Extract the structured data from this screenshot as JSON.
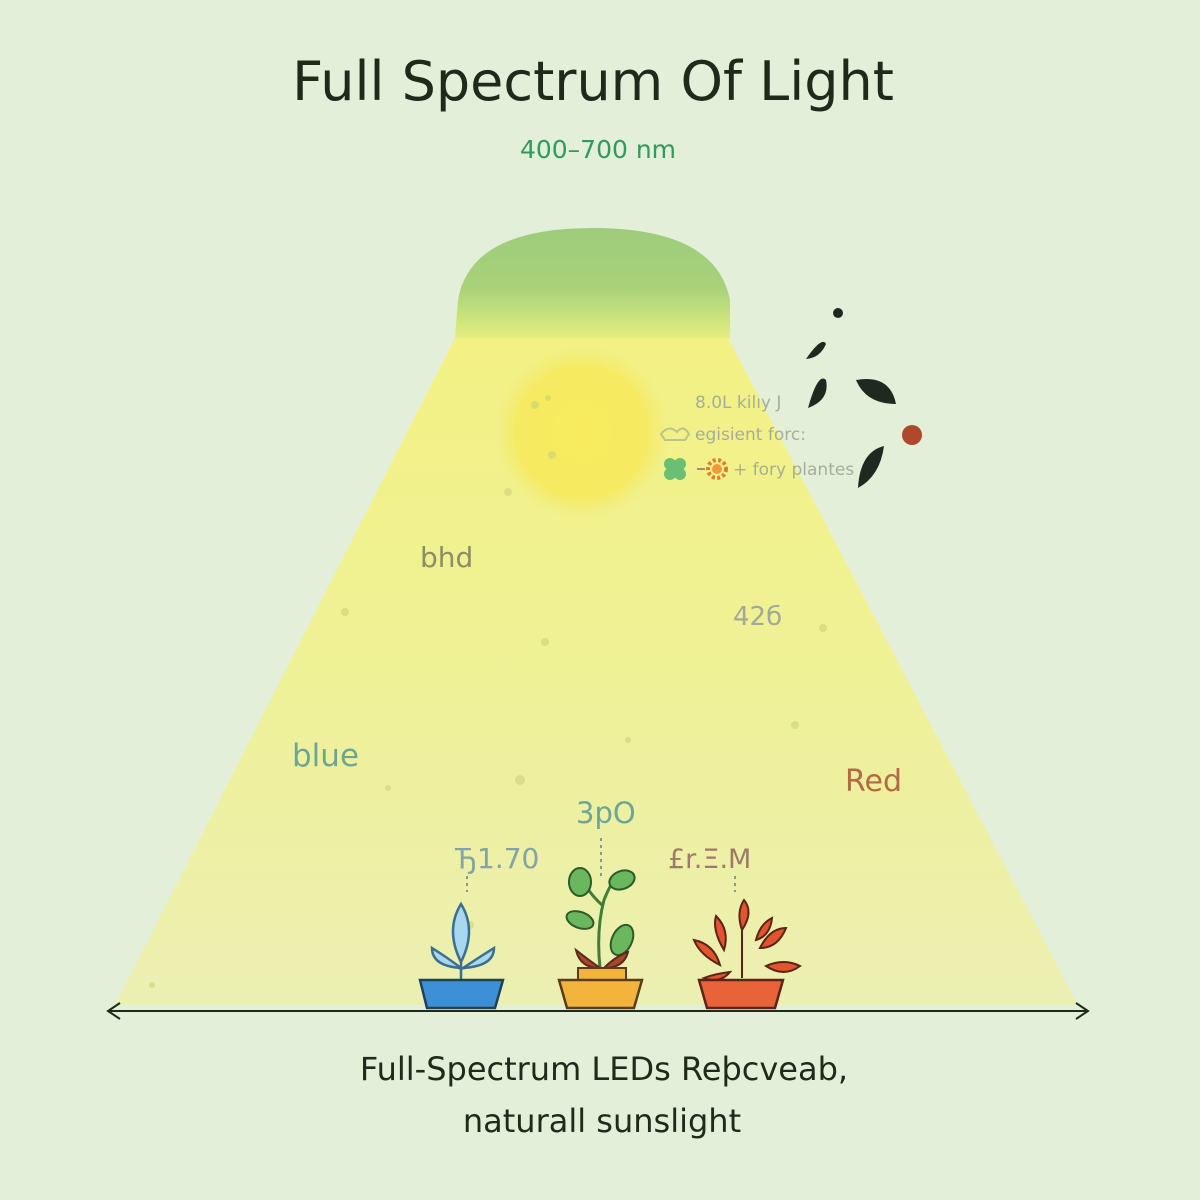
{
  "title": "Full Spectrum Of Light",
  "subtitle": "400–700 nm",
  "labels": {
    "bhd": "bhd",
    "n420": "42б",
    "blue": "blue",
    "red": "Red",
    "n300": "3pO",
    "n170": "Ђ1.70",
    "e3m": "£r.Ξ.M"
  },
  "legend": {
    "line1": "8.0L kilıy J",
    "line2": "egisient forc:",
    "line3": "+ fory plantes"
  },
  "caption": {
    "line1": "Full-Spectrum LEDs Reþcveab,",
    "line2": "naturall sunslight"
  },
  "colors": {
    "background": "#e4efd9",
    "lamp_green": "#9dcc7c",
    "beam_yellow": "#f2f08a",
    "title": "#1e2a1a",
    "subtitle": "#2f9a5c",
    "blue_pot": "#3d8fd6",
    "yellow_pot": "#f2b43c",
    "red_pot": "#e8633a"
  },
  "icons": [
    "lamp-dome-icon",
    "sun-glow-icon",
    "clover-icon",
    "gear-icon",
    "leaf-icon",
    "seedling-icon",
    "plant-icon",
    "double-arrow-icon"
  ]
}
